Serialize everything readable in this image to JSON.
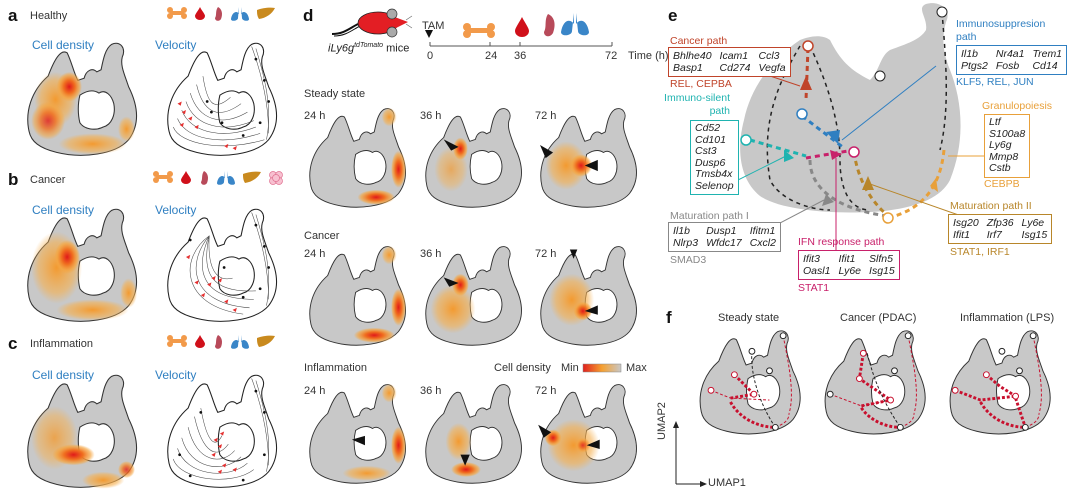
{
  "panels": {
    "a": {
      "letter": "a",
      "title": "Healthy",
      "density_label": "Cell density",
      "velocity_label": "Velocity",
      "icons": [
        "bone-icon",
        "blood-drop-icon",
        "spleen-icon",
        "lung-icon",
        "liver-icon"
      ]
    },
    "b": {
      "letter": "b",
      "title": "Cancer",
      "density_label": "Cell density",
      "velocity_label": "Velocity",
      "icons": [
        "bone-icon",
        "blood-drop-icon",
        "spleen-icon",
        "lung-icon",
        "liver-icon",
        "tumor-icon"
      ]
    },
    "c": {
      "letter": "c",
      "title": "Inflammation",
      "density_label": "Cell density",
      "velocity_label": "Velocity",
      "icons": [
        "bone-icon",
        "blood-drop-icon",
        "spleen-icon",
        "lung-icon",
        "liver-icon"
      ]
    },
    "d": {
      "letter": "d",
      "mouse_label": "iLy6g",
      "mouse_superscript": "tdTomato",
      "mouse_suffix": "mice",
      "tam_label": "TAM",
      "timeline_ticks": [
        "0",
        "24",
        "36",
        "72"
      ],
      "timeline_unit": "Time (h)",
      "conditions": [
        {
          "title": "Steady state",
          "times": [
            "24 h",
            "36 h",
            "72 h"
          ]
        },
        {
          "title": "Cancer",
          "times": [
            "24 h",
            "36 h",
            "72 h"
          ]
        },
        {
          "title": "Inflammation",
          "times": [
            "24 h",
            "36 h",
            "72 h"
          ]
        }
      ],
      "colorbar": {
        "label": "Cell density",
        "min": "Min",
        "max": "Max",
        "colors": [
          "#e0201e",
          "#f5a030",
          "#c8c8c8"
        ]
      }
    },
    "e": {
      "letter": "e",
      "paths": [
        {
          "name": "Cancer path",
          "color": "#c0442a",
          "genes": [
            "Bhlhe40",
            "Icam1",
            "Ccl3",
            "Basp1",
            "Cd274",
            "Vegfa"
          ],
          "tfs": "REL, CEPBA"
        },
        {
          "name": "Immunosuppresion path",
          "color": "#2f7fc1",
          "genes": [
            "Il1b",
            "Nr4a1",
            "Trem1",
            "Ptgs2",
            "Fosb",
            "Cd14"
          ],
          "tfs": "KLF5, REL, JUN"
        },
        {
          "name": "Immuno-silent path",
          "color": "#1fb3b0",
          "genes": [
            "Cd52",
            "Cd101",
            "Cst3",
            "Dusp6",
            "Tmsb4x",
            "Selenop"
          ],
          "tfs": ""
        },
        {
          "name": "Granulopoiesis",
          "color": "#e8a03a",
          "genes": [
            "Ltf",
            "S100a8",
            "Ly6g",
            "Mmp8",
            "Cstb"
          ],
          "tfs": "CEBPB"
        },
        {
          "name": "Maturation path I",
          "color": "#888888",
          "genes": [
            "Il1b",
            "Dusp1",
            "Ifitm1",
            "Nlrp3",
            "Wfdc17",
            "Cxcl2"
          ],
          "tfs": "SMAD3"
        },
        {
          "name": "IFN response path",
          "color": "#c8206a",
          "genes": [
            "Ifit3",
            "Ifit1",
            "Slfn5",
            "Oasl1",
            "Ly6e",
            "Isg15"
          ],
          "tfs": "STAT1"
        },
        {
          "name": "Maturation path II",
          "color": "#b8862a",
          "genes": [
            "Isg20",
            "Zfp36",
            "Ly6e",
            "Ifit1",
            "Irf7",
            "Isg15"
          ],
          "tfs": "STAT1, IRF1"
        }
      ]
    },
    "f": {
      "letter": "f",
      "conditions": [
        "Steady state",
        "Cancer (PDAC)",
        "Inflammation (LPS)"
      ],
      "xaxis": "UMAP1",
      "yaxis": "UMAP2"
    }
  }
}
